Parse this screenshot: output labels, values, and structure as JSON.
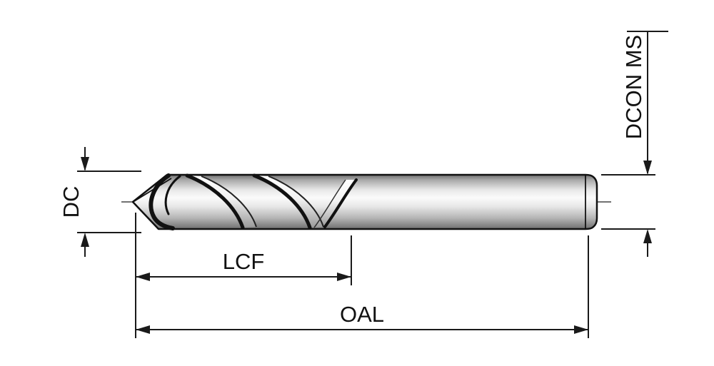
{
  "diagram": {
    "labels": {
      "diameter_cut": "DC",
      "flute_length": "LCF",
      "overall_length": "OAL",
      "shank_diameter": "DCON MS"
    },
    "colors": {
      "line": "#1a1a1a",
      "outline": "#111111",
      "background": "#ffffff",
      "metal_highlight": "#fbfbfb",
      "metal_shadow": "#6f6f6f"
    }
  }
}
